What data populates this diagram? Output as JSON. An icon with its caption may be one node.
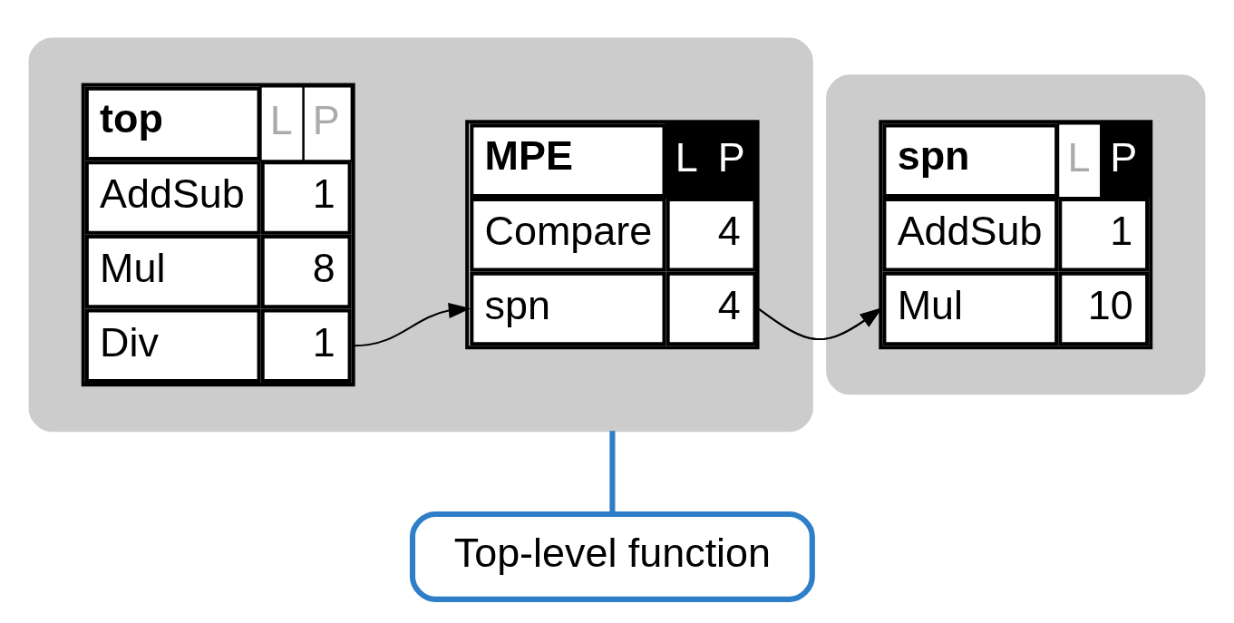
{
  "diagram": {
    "nodes": [
      {
        "text": [],
        "shape": "box"
      },
      {
        "text": [
          "top",
          "L",
          "P",
          "AddSub",
          "1",
          "Mul",
          "8",
          "Div",
          "1"
        ],
        "in": 0
      },
      {
        "text": [
          "MPE",
          "L",
          "P",
          "Compare",
          "4",
          "spn",
          "4"
        ],
        "in": 0
      },
      {
        "text": [],
        "shape": "box"
      },
      {
        "text": [
          "spn",
          "L",
          "P",
          "AddSub",
          "1",
          "Mul",
          "10"
        ],
        "in": 3
      },
      {
        "text": [
          "Top-level function"
        ]
      }
    ],
    "edges": [
      {
        "from": 1,
        "to": 2,
        "arrow": "to"
      },
      {
        "from": 2,
        "to": 4,
        "arrow": "to"
      },
      {
        "from": 5,
        "to": 0,
        "arrow": "none",
        "color": "#2f7fc8",
        "style": "thick"
      }
    ]
  }
}
